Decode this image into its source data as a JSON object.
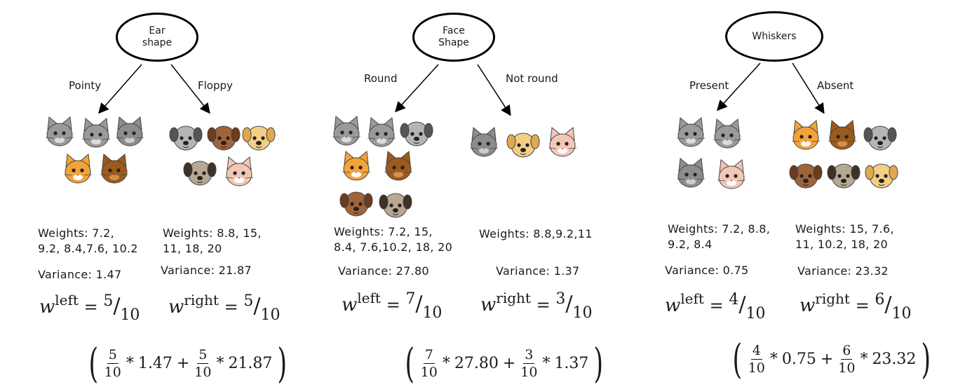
{
  "panels": [
    {
      "root": "Ear\nshape",
      "left_branch": "Pointy",
      "right_branch": "Floppy",
      "left_weights": "Weights: 7.2,\n9.2, 8.4,7.6, 10.2",
      "right_weights": "Weights: 8.8, 15,\n11, 18, 20",
      "left_variance": "Variance: 1.47",
      "right_variance": "Variance: 21.87",
      "w_left": {
        "sup": "left",
        "num": "5",
        "den": "10"
      },
      "w_right": {
        "sup": "right",
        "num": "5",
        "den": "10"
      },
      "formula": {
        "n1": "5",
        "d1": "10",
        "v1": "1.47",
        "n2": "5",
        "d2": "10",
        "v2": "21.87"
      }
    },
    {
      "root": "Face\nShape",
      "left_branch": "Round",
      "right_branch": "Not round",
      "left_weights": "Weights: 7.2, 15,\n8.4, 7.6,10.2, 18, 20",
      "right_weights": "Weights: 8.8,9.2,11",
      "left_variance": "Variance: 27.80",
      "right_variance": "Variance: 1.37",
      "w_left": {
        "sup": "left",
        "num": "7",
        "den": "10"
      },
      "w_right": {
        "sup": "right",
        "num": "3",
        "den": "10"
      },
      "formula": {
        "n1": "7",
        "d1": "10",
        "v1": "27.80",
        "n2": "3",
        "d2": "10",
        "v2": "1.37"
      }
    },
    {
      "root": "Whiskers",
      "left_branch": "Present",
      "right_branch": "Absent",
      "left_weights": "Weights: 7.2, 8.8,\n9.2, 8.4",
      "right_weights": "Weights: 15, 7.6,\n11, 10.2, 18, 20",
      "left_variance": "Variance: 0.75",
      "right_variance": "Variance: 23.32",
      "w_left": {
        "sup": "left",
        "num": "4",
        "den": "10"
      },
      "w_right": {
        "sup": "right",
        "num": "6",
        "den": "10"
      },
      "formula": {
        "n1": "4",
        "d1": "10",
        "v1": "0.75",
        "n2": "6",
        "d2": "10",
        "v2": "23.32"
      }
    }
  ],
  "symbols": {
    "w": "w",
    "eq": "=",
    "times": "*",
    "plus": "+",
    "slash": "/",
    "lparen": "(",
    "rparen": ")"
  },
  "colors": {
    "gray_cat": "#9a9a9a",
    "orange_cat": "#f2a33a",
    "brown_cat": "#9c5a1c",
    "gray_dog": "#b5b5b5",
    "brown_dog": "#a0643a",
    "tan_dog": "#f3cf86",
    "pug": "#b8a892",
    "pink_cat": "#f1c7b6",
    "wolf": "#8c8c8c"
  },
  "icons": [
    "gray-cat-icon",
    "orange-cat-icon",
    "brown-cat-icon",
    "gray-dog-icon",
    "brown-dog-icon",
    "tan-dog-icon",
    "pug-dog-icon",
    "pink-cat-icon",
    "wolf-cat-icon"
  ]
}
